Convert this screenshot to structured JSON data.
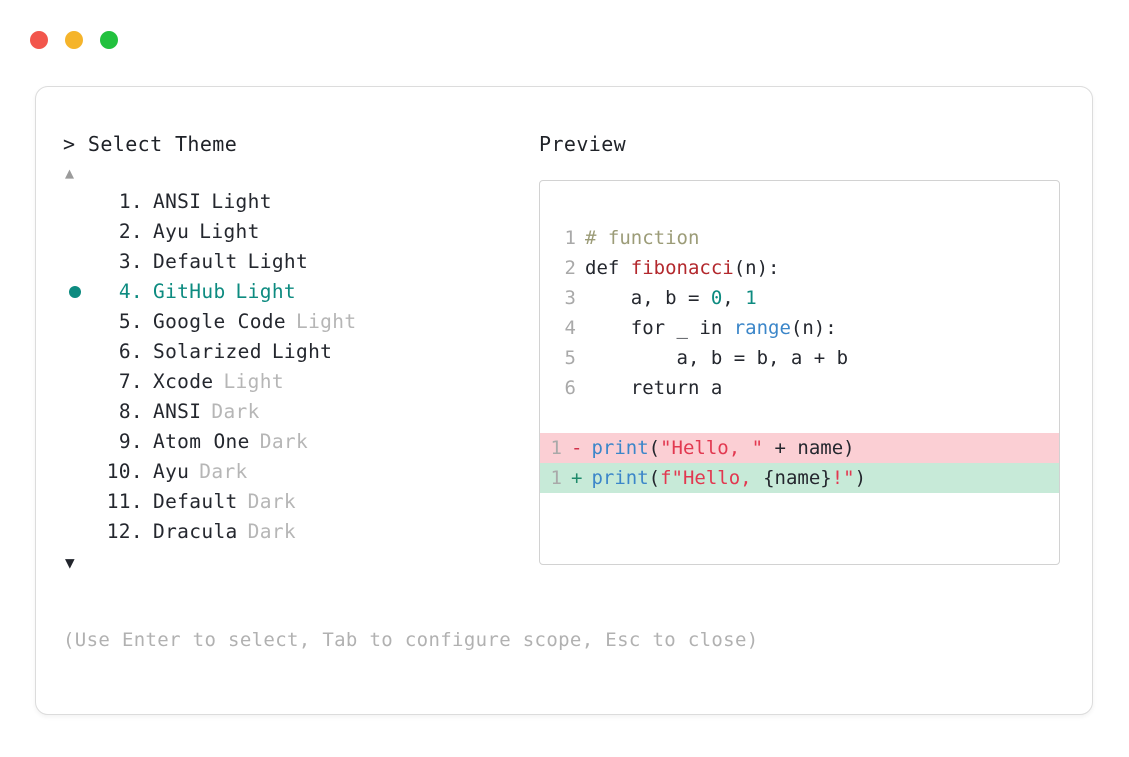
{
  "window": {
    "dots": [
      {
        "name": "close",
        "color": "#f2564c"
      },
      {
        "name": "minimize",
        "color": "#f5b42b"
      },
      {
        "name": "maximize",
        "color": "#22c13e"
      }
    ]
  },
  "left_panel": {
    "prompt": "> Select Theme",
    "scroll_up_icon": "▲",
    "scroll_down_icon": "▼",
    "selected_index": 4,
    "selected_bullet": "●",
    "accent_color": "#0d8b80",
    "themes": [
      {
        "index": "1.",
        "name": "ANSI",
        "variant": "Light",
        "variant_muted": false,
        "selected": false
      },
      {
        "index": "2.",
        "name": "Ayu",
        "variant": "Light",
        "variant_muted": false,
        "selected": false
      },
      {
        "index": "3.",
        "name": "Default",
        "variant": "Light",
        "variant_muted": false,
        "selected": false
      },
      {
        "index": "4.",
        "name": "GitHub",
        "variant": "Light",
        "variant_muted": false,
        "selected": true
      },
      {
        "index": "5.",
        "name": "Google Code",
        "variant": "Light",
        "variant_muted": true,
        "selected": false
      },
      {
        "index": "6.",
        "name": "Solarized",
        "variant": "Light",
        "variant_muted": false,
        "selected": false
      },
      {
        "index": "7.",
        "name": "Xcode",
        "variant": "Light",
        "variant_muted": true,
        "selected": false
      },
      {
        "index": "8.",
        "name": "ANSI",
        "variant": "Dark",
        "variant_muted": true,
        "selected": false
      },
      {
        "index": "9.",
        "name": "Atom One",
        "variant": "Dark",
        "variant_muted": true,
        "selected": false
      },
      {
        "index": "10.",
        "name": "Ayu",
        "variant": "Dark",
        "variant_muted": true,
        "selected": false
      },
      {
        "index": "11.",
        "name": "Default",
        "variant": "Dark",
        "variant_muted": true,
        "selected": false
      },
      {
        "index": "12.",
        "name": "Dracula",
        "variant": "Dark",
        "variant_muted": true,
        "selected": false
      }
    ],
    "hint": "(Use Enter to select, Tab to configure scope, Esc to close)"
  },
  "right_panel": {
    "label": "Preview",
    "code_lines": [
      {
        "number": "1",
        "tokens": [
          {
            "text": "# function",
            "type": "comment"
          }
        ]
      },
      {
        "number": "2",
        "tokens": [
          {
            "text": "def ",
            "type": "keyword"
          },
          {
            "text": "fibonacci",
            "type": "func"
          },
          {
            "text": "(n):",
            "type": "plain"
          }
        ]
      },
      {
        "number": "3",
        "tokens": [
          {
            "text": "    a, b = ",
            "type": "plain"
          },
          {
            "text": "0",
            "type": "number"
          },
          {
            "text": ", ",
            "type": "plain"
          },
          {
            "text": "1",
            "type": "number"
          }
        ]
      },
      {
        "number": "4",
        "tokens": [
          {
            "text": "    for _ in ",
            "type": "plain"
          },
          {
            "text": "range",
            "type": "builtin"
          },
          {
            "text": "(n):",
            "type": "plain"
          }
        ]
      },
      {
        "number": "5",
        "tokens": [
          {
            "text": "        a, b = b, a + b",
            "type": "plain"
          }
        ]
      },
      {
        "number": "6",
        "tokens": [
          {
            "text": "    return a",
            "type": "plain"
          }
        ]
      }
    ],
    "diff_lines": [
      {
        "number": "1",
        "marker": "-",
        "kind": "del",
        "tokens": [
          {
            "text": "print",
            "type": "print"
          },
          {
            "text": "(",
            "type": "plain"
          },
          {
            "text": "\"Hello, \"",
            "type": "string"
          },
          {
            "text": " + name)",
            "type": "plain"
          }
        ]
      },
      {
        "number": "1",
        "marker": "+",
        "kind": "add",
        "tokens": [
          {
            "text": "print",
            "type": "print"
          },
          {
            "text": "(",
            "type": "plain"
          },
          {
            "text": "f\"Hello, ",
            "type": "string"
          },
          {
            "text": "{name}",
            "type": "plain"
          },
          {
            "text": "!\"",
            "type": "string"
          },
          {
            "text": ")",
            "type": "plain"
          }
        ]
      }
    ]
  }
}
